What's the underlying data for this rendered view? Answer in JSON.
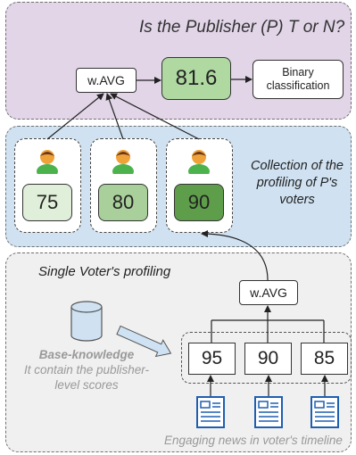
{
  "colors": {
    "top_panel": "#e1d5e7",
    "middle_panel": "#d0e2f2",
    "bottom_panel": "#f0f0f0",
    "score_light": "#e0efd9",
    "score_mid": "#a9d09a",
    "score_dark": "#5e9e4a",
    "result_fill": "#b0d9a2",
    "base_knowledge_text": "#999999",
    "doc_icon": "#1f5fb0"
  },
  "top": {
    "title": "Is the Publisher (P) T or N?",
    "wavg_label": "w.AVG",
    "result_value": "81.6",
    "classification_label": "Binary classification"
  },
  "middle": {
    "caption": "Collection of the profiling of P's voters",
    "voters": [
      {
        "score": "75",
        "icon": "user-icon"
      },
      {
        "score": "80",
        "icon": "user-icon"
      },
      {
        "score": "90",
        "icon": "user-icon"
      }
    ]
  },
  "bottom": {
    "title": "Single Voter's profiling",
    "wavg_label": "w.AVG",
    "scores": [
      "95",
      "90",
      "85"
    ],
    "base_knowledge_title": "Base-knowledge",
    "base_knowledge_desc": "It contain the publisher-level scores",
    "news_caption": "Engaging news in voter's timeline",
    "news_icon": "news-document-icon"
  }
}
